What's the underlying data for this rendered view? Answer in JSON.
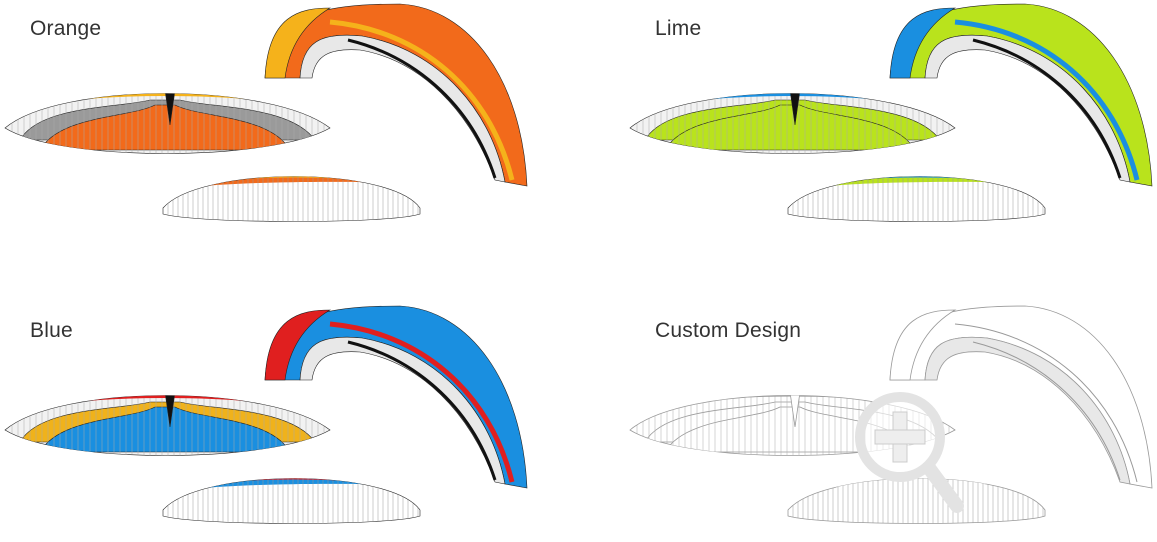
{
  "options": [
    {
      "label": "Orange",
      "colors": {
        "main": "#f26a1b",
        "accent": "#f5b21b",
        "trim": "#9a9a9a",
        "edge": "#111111"
      }
    },
    {
      "label": "Lime",
      "colors": {
        "main": "#b9e31c",
        "accent": "#1a8fe0",
        "trim": "#b9e31c",
        "edge": "#111111"
      }
    },
    {
      "label": "Blue",
      "colors": {
        "main": "#1a8fe0",
        "accent": "#e01f1f",
        "trim": "#f0b21b",
        "edge": "#111111"
      }
    },
    {
      "label": "Custom Design",
      "colors": {
        "main": "#ffffff",
        "accent": "#ffffff",
        "trim": "#ffffff",
        "edge": "#9a9a9a"
      },
      "outline": true,
      "icon": "zoom-in-icon"
    }
  ]
}
